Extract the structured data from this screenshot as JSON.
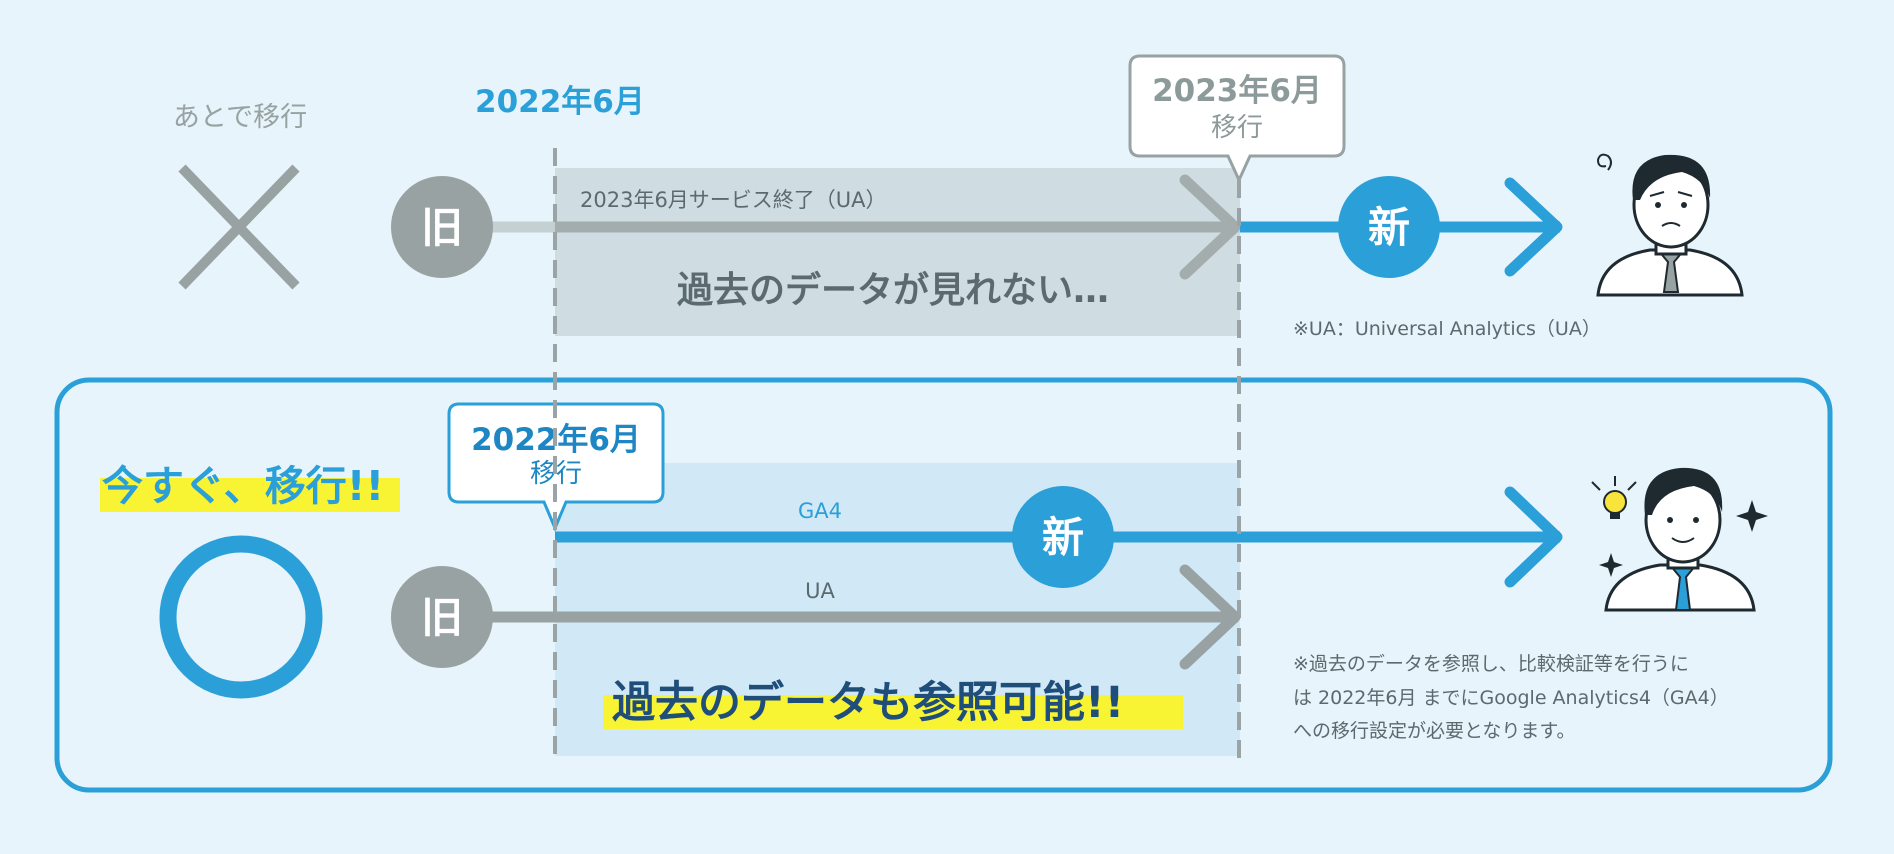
{
  "colors": {
    "background": "#e7f4fb",
    "blue": "#2a9fd8",
    "dark_blue_text": "#1e86c3",
    "gray": "#98a2a2",
    "gray_text": "#8d9a9a",
    "dark_gray_text": "#5a6a6e",
    "gray_band": "#cfdde2",
    "blue_band": "#d1e9f6",
    "highlight": "#f8f434",
    "navy_text": "#1f4e7a"
  },
  "top_row": {
    "verdict_label": "あとで移行",
    "verdict_symbol": "cross",
    "start_date": "2022年6月",
    "callout": {
      "line1_date": "2023年6月",
      "line2": "移行"
    },
    "old_badge": "旧",
    "new_badge": "新",
    "band_caption": "2023年6月サービス終了（UA）",
    "band_message": "過去のデータが見れない…",
    "footnote": "※UA：Universal Analytics（UA）",
    "person": "worried-man"
  },
  "bottom_row": {
    "verdict_label": "今すぐ、移行!!",
    "verdict_symbol": "circle",
    "callout": {
      "line1_date": "2022年6月",
      "line2": "移行"
    },
    "ga4_label": "GA4",
    "ua_label": "UA",
    "old_badge": "旧",
    "new_badge": "新",
    "band_message": "過去のデータも参照可能!!",
    "note_lines": [
      "※過去のデータを参照し、比較検証等を行うに",
      "は 2022年6月 までにGoogle Analytics4（GA4）",
      "への移行設定が必要となります。"
    ],
    "person": "idea-man"
  }
}
